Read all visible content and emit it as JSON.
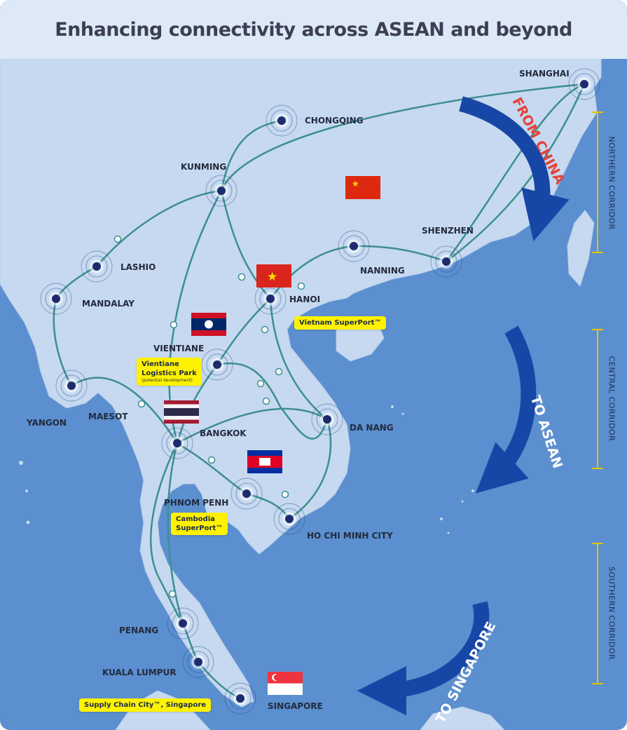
{
  "title": "Enhancing connectivity across ASEAN and beyond",
  "colors": {
    "sea": "#5b8fcf",
    "land": "#c6d9f0",
    "route": "#3d8f8f",
    "node": "#1d2b6e",
    "arrow": "#1747a6",
    "tag": "#fff200",
    "from_china_text": "#e4433a"
  },
  "cities": {
    "shanghai": "SHANGHAI",
    "chongqing": "CHONGQING",
    "kunming": "KUNMING",
    "shenzhen": "SHENZHEN",
    "nanning": "NANNING",
    "lashio": "LASHIO",
    "mandalay": "MANDALAY",
    "hanoi": "HANOI",
    "vientiane": "VIENTIANE",
    "yangon": "YANGON",
    "maesot": "MAESOT",
    "bangkok": "BANGKOK",
    "da_nang": "DA NANG",
    "phnom_penh": "PHNOM PENH",
    "ho_chi_minh_city": "HO CHI MINH CITY",
    "penang": "PENANG",
    "kuala_lumpur": "KUALA LUMPUR",
    "singapore": "SINGAPORE"
  },
  "tags": {
    "vietnam": "Vietnam SuperPort™",
    "vientiane_line1": "Vientiane",
    "vientiane_line2": "Logistics Park",
    "vientiane_note": "(potential development)",
    "cambodia_line1": "Cambodia",
    "cambodia_line2": "SuperPort™",
    "singapore": "Supply Chain City™, Singapore"
  },
  "corridors": {
    "northern": "NORTHERN CORRIDOR",
    "central": "CENTRAL CORRIDOR",
    "southern": "SOUTHERN CORRIDOR"
  },
  "arrows": {
    "from_china": "FROM CHINA",
    "to_asean": "TO ASEAN",
    "to_singapore": "TO SINGAPORE"
  },
  "flags": [
    "china-flag",
    "vietnam-flag",
    "laos-flag",
    "thailand-flag",
    "cambodia-flag",
    "singapore-flag"
  ]
}
